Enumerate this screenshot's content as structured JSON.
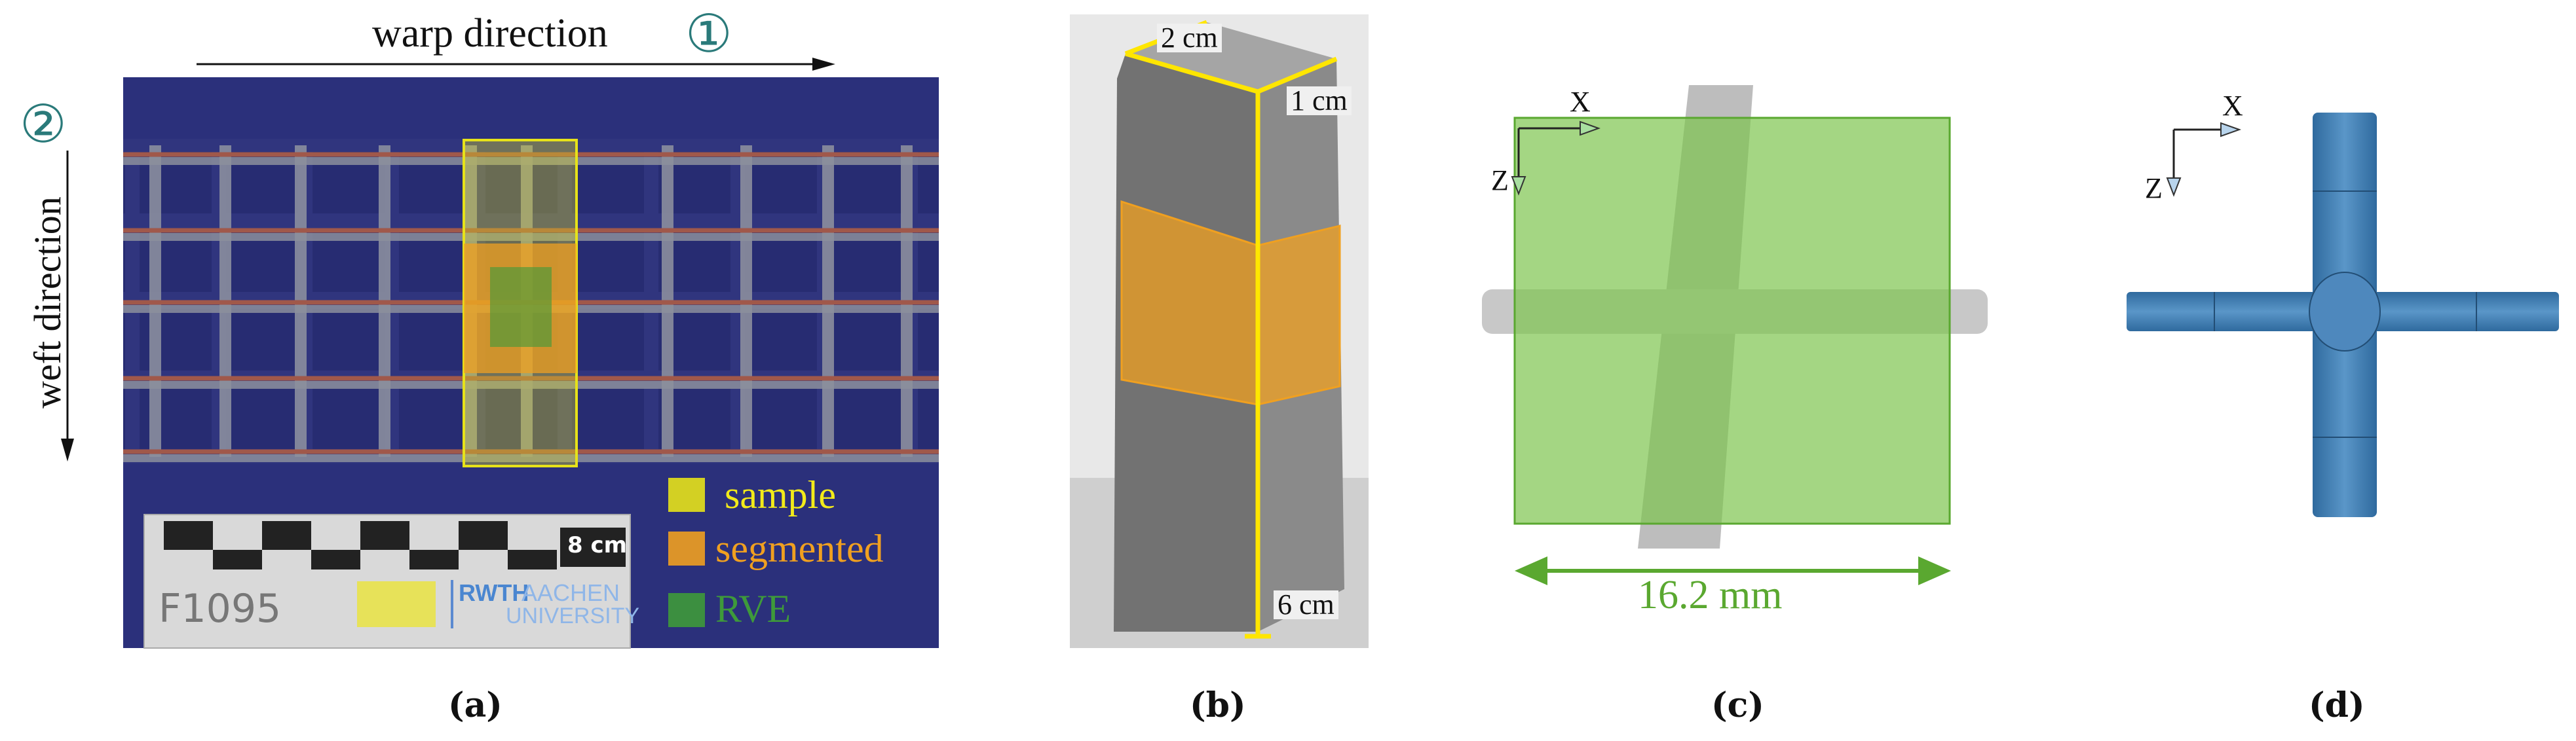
{
  "panel_a": {
    "warp_label": "warp direction",
    "warp_num": "①",
    "weft_label": "weft direction",
    "weft_num": "②",
    "legend": [
      {
        "label": "sample",
        "color": "#e6e21a"
      },
      {
        "label": "segmented",
        "color": "#f0a020"
      },
      {
        "label": "RVE",
        "color": "#3e9a3a"
      }
    ],
    "ruler_text": "8 cm",
    "sample_id": "F1095",
    "logo_text_1": "RWTH",
    "logo_text_2": "AACHEN",
    "logo_text_3": "UNIVERSITY",
    "caption": "(a)"
  },
  "panel_b": {
    "dim_top": "2 cm",
    "dim_right": "1 cm",
    "dim_length": "6 cm",
    "caption": "(b)"
  },
  "panel_c": {
    "axis_x": "X",
    "axis_z": "Z",
    "size_label": "16.2 mm",
    "caption": "(c)"
  },
  "panel_d": {
    "axis_x": "X",
    "axis_z": "Z",
    "caption": "(d)"
  },
  "colors": {
    "background_blue": "#2a2f7c",
    "sample_yellow": "#e6e21a",
    "segmented_orange": "#f0a020",
    "rve_green": "#7dc44e",
    "dim_yellow": "#ffe600",
    "label_teal": "#2a7a7a",
    "pipe_blue": "#3e7db0"
  }
}
